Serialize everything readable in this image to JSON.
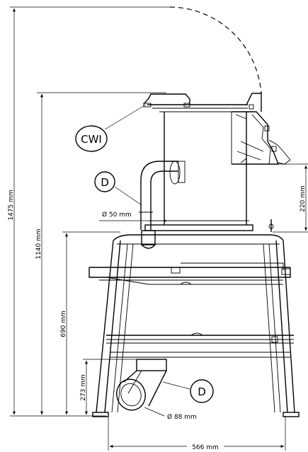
{
  "dimensions": {
    "overall_height": "1475 mm",
    "top_height": "1140 mm",
    "stand_height": "690 mm",
    "outlet_height": "273 mm",
    "right_height": "220 mm",
    "base_width": "566 mm",
    "pipe_small": "Ø 50 mm",
    "pipe_large": "Ø 88 mm"
  },
  "callouts": {
    "cwi": "CWI",
    "d_upper": "D",
    "d_lower": "D"
  }
}
